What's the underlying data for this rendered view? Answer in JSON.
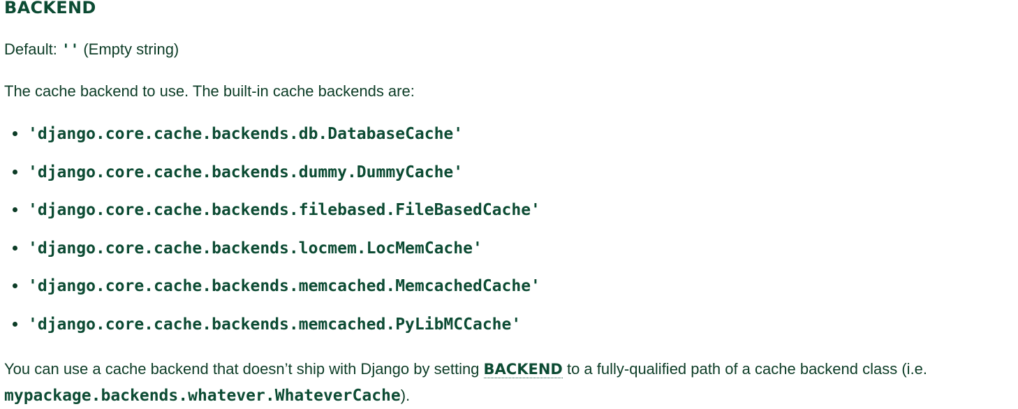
{
  "heading": "BACKEND",
  "default_line": {
    "label": "Default: ",
    "value": "''",
    "note": " (Empty string)"
  },
  "intro": "The cache backend to use. The built-in cache backends are:",
  "backends": [
    "'django.core.cache.backends.db.DatabaseCache'",
    "'django.core.cache.backends.dummy.DummyCache'",
    "'django.core.cache.backends.filebased.FileBasedCache'",
    "'django.core.cache.backends.locmem.LocMemCache'",
    "'django.core.cache.backends.memcached.MemcachedCache'",
    "'django.core.cache.backends.memcached.PyLibMCCache'"
  ],
  "closing": {
    "before": "You can use a cache backend that doesn’t ship with Django by setting ",
    "link": "BACKEND",
    "middle": " to a fully-qualified path of a cache backend class (i.e. ",
    "code": "mypackage.backends.whatever.WhateverCache",
    "after": ")."
  }
}
